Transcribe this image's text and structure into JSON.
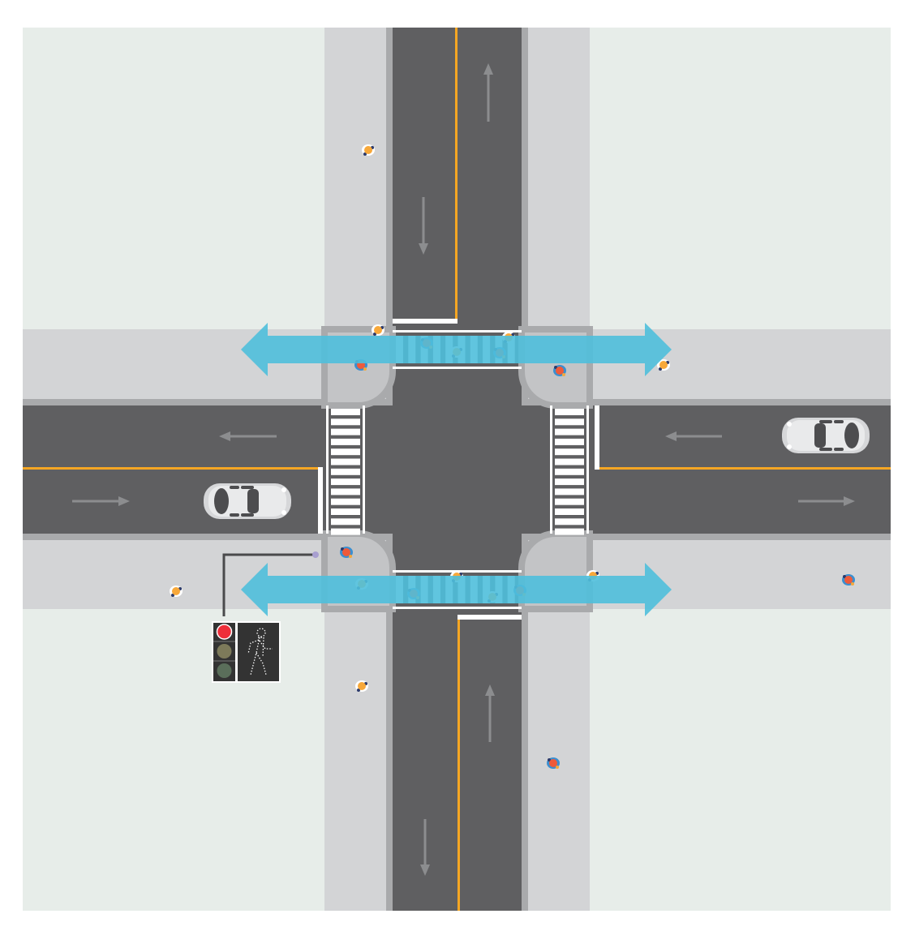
{
  "scene": {
    "traffic_signal_state": "red",
    "pedestrian_signal_state": "walk",
    "crossing_direction": "east-west"
  },
  "colors": {
    "ground": "#e7ede9",
    "sidewalk": "#d3d4d6",
    "corner": "#c3c4c6",
    "curb": "#a9aaac",
    "road": "#5f5f61",
    "center_line": "#f5a623",
    "crossing_arrow": "#4fbfdc",
    "lane_arrow": "#8c8d8f",
    "signal_red": "#ee2e3a",
    "signal_yellow_off": "#7d7a5a",
    "signal_green_off": "#5a6e5a",
    "signal_housing": "#333333",
    "button_dot": "#a89fd0"
  }
}
